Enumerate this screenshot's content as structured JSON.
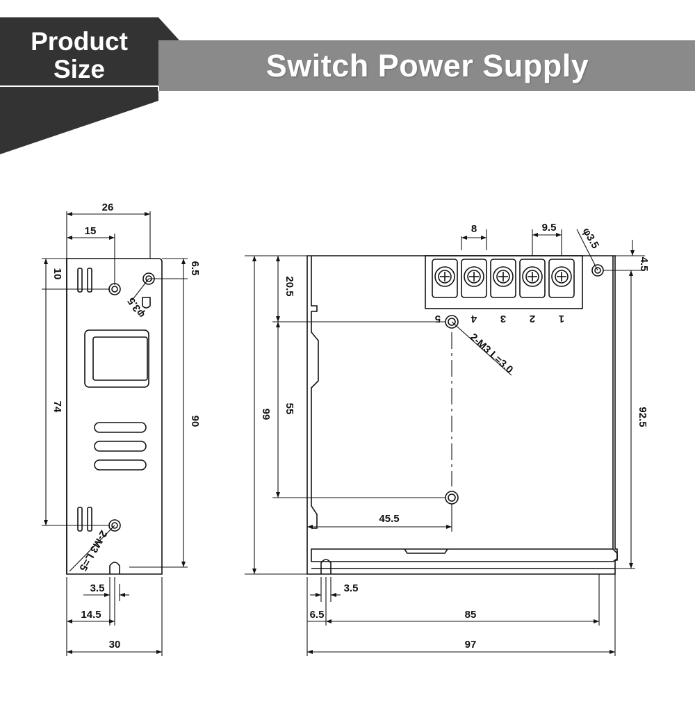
{
  "header": {
    "badge_line1": "Product",
    "badge_line2": "Size",
    "title": "Switch Power Supply"
  },
  "colors": {
    "badge_dark": "#333333",
    "banner_gray": "#8a8a8a",
    "line": "#111111"
  },
  "side_view": {
    "dims": {
      "width_top": "26",
      "offset_top": "15",
      "hole_top_dist": "10",
      "corner": "6.5",
      "hole_spacing": "74",
      "height": "90",
      "hole_dia_note": "φ3.5",
      "screw_note": "2-M3 L=5",
      "slot_width": "3.5",
      "slot_offset": "14.5",
      "width_bottom": "30"
    }
  },
  "front_view": {
    "dims": {
      "terminal_pitch": "8",
      "terminal_offset": "9.5",
      "hole_dia_note": "φ3.5",
      "corner": "4.5",
      "top_to_hole": "20.5",
      "hole_spacing": "55",
      "height": "99",
      "screw_note": "2-M3 L=3.0",
      "inner_height": "92.5",
      "hole_x": "45.5",
      "slot_width": "3.5",
      "slot_offset": "6.5",
      "inner_length": "85",
      "length": "97"
    },
    "terminals": [
      "5",
      "4",
      "3",
      "2",
      "1"
    ]
  }
}
